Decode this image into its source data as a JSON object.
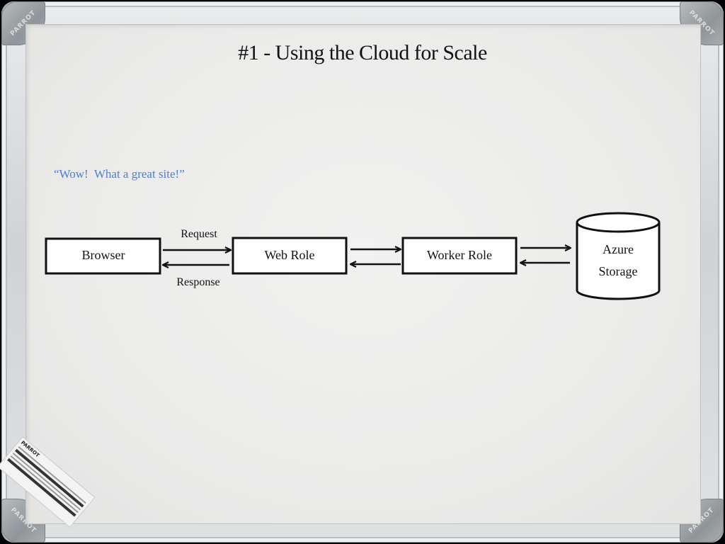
{
  "slide": {
    "title": "#1 - Using the Cloud for Scale",
    "quote": "“Wow!  What a great site!”"
  },
  "board": {
    "brand": "PARROT",
    "sticker_brand": "PARROT"
  },
  "diagram": {
    "nodes": {
      "browser": "Browser",
      "web_role": "Web Role",
      "worker_role": "Worker Role",
      "azure_storage_line1": "Azure",
      "azure_storage_line2": "Storage"
    },
    "edges": {
      "request_label": "Request",
      "response_label": "Response"
    }
  },
  "colors": {
    "quote_text": "#4f7fcf",
    "ink": "#111111",
    "board_surface": "#ebebea"
  }
}
